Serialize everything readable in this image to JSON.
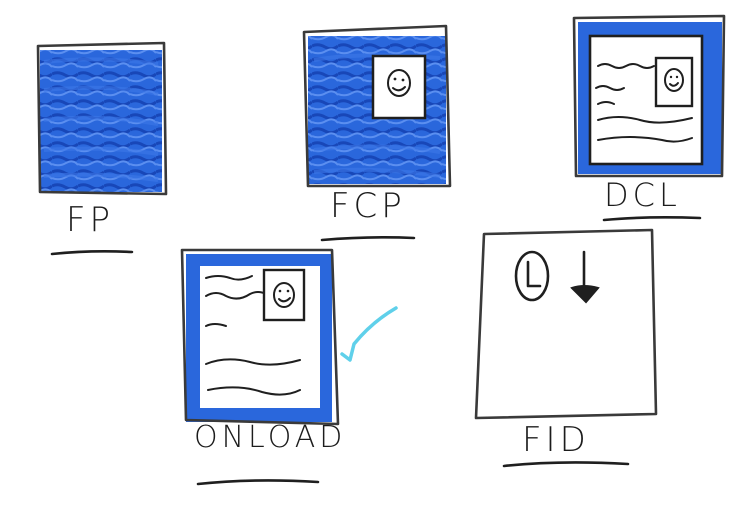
{
  "colors": {
    "marker_blue": "#1f5fd8",
    "marker_blue_dark": "#1540b0",
    "ink": "#1f1f1f",
    "check_cyan": "#5fd0ea"
  },
  "labels": {
    "fp": "FP",
    "fcp": "FCP",
    "dcl": "DCL",
    "onload": "ONLOAD",
    "fid": "FID"
  },
  "icons": {
    "face": "smiley-face-icon",
    "clock": "clock-icon",
    "pointer": "tap-pointer-icon",
    "check": "checkmark-icon"
  }
}
